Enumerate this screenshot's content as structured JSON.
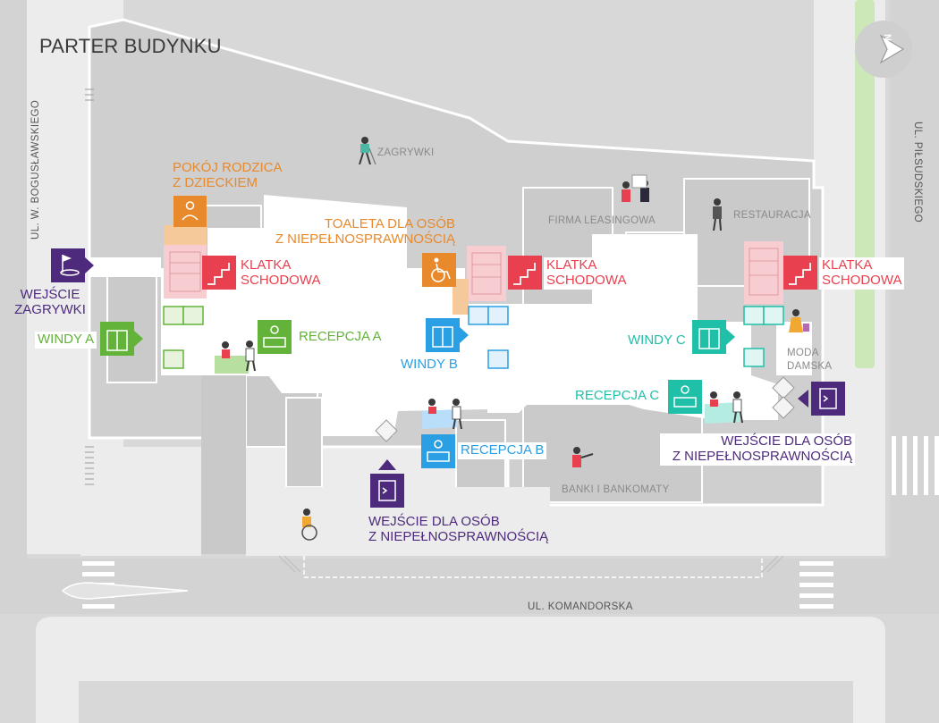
{
  "title": "PARTER BUDYNKU",
  "streets": {
    "west": "UL. W. BOGUSŁAWSKIEGO",
    "east": "UL. PIŁSUDSKIEGO",
    "south": "UL. KOMANDORSKA"
  },
  "compass": {
    "letter": "N"
  },
  "areas": {
    "zagrywki": "ZAGRYWKI",
    "firma_leasingowa": "FIRMA LEASINGOWA",
    "restauracja": "RESTAURACJA",
    "banki": "BANKI I BANKOMATY",
    "moda_line1": "MODA",
    "moda_line2": "DAMSKA"
  },
  "labels": {
    "pokoj_line1": "POKÓJ RODZICA",
    "pokoj_line2": "Z DZIECKIEM",
    "toaleta_line1": "TOALETA DLA OSÓB",
    "toaleta_line2": "Z NIEPEŁNOSPRAWNOŚCIĄ",
    "klatka_line1": "KLATKA",
    "klatka_line2": "SCHODOWA",
    "windy_a": "WINDY A",
    "windy_b": "WINDY B",
    "windy_c": "WINDY C",
    "recepcja_a": "RECEPCJA A",
    "recepcja_b": "RECEPCJA B",
    "recepcja_c": "RECEPCJA C",
    "wejscie_zagrywki_line1": "WEJŚCIE",
    "wejscie_zagrywki_line2": "ZAGRYWKI",
    "wejscie_niepelno_line1": "WEJŚCIE DLA OSÓB",
    "wejscie_niepelno_line2": "Z NIEPEŁNOSPRAWNOŚCIĄ"
  },
  "colors": {
    "orange": "#e8892b",
    "red": "#e8404f",
    "green": "#63b33a",
    "blue": "#2b9fe3",
    "teal": "#1fbfa8",
    "purple": "#4d2a7c"
  }
}
